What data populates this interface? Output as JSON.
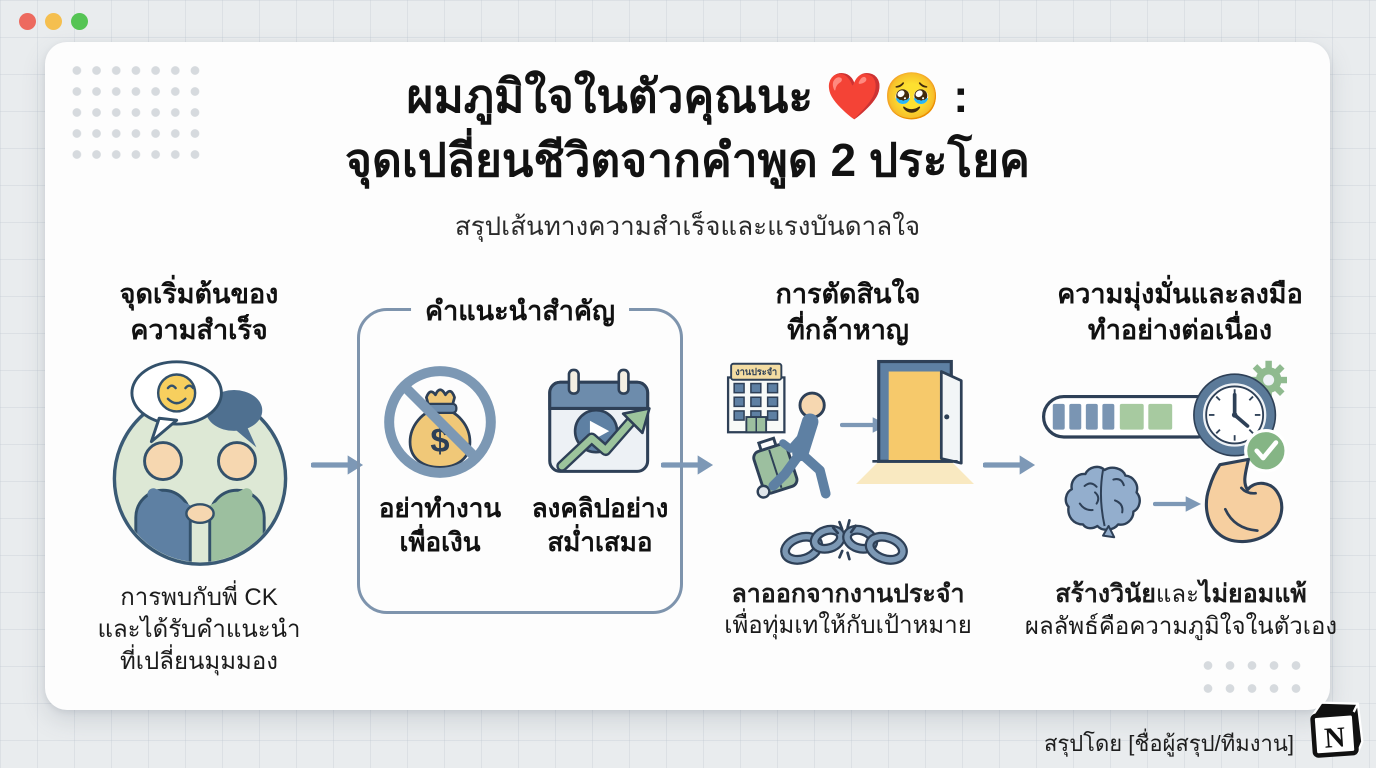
{
  "window": {
    "close_label": "close",
    "minimize_label": "minimize",
    "maximize_label": "maximize"
  },
  "header": {
    "title_line1": "ผมภูมิใจในตัวคุณนะ ❤️🥹 :",
    "title_line2": "จุดเปลี่ยนชีวิตจากคำพูด 2 ประโยค",
    "subtitle": "สรุปเส้นทางความสำเร็จและแรงบันดาลใจ"
  },
  "steps": {
    "step1": {
      "heading_line1": "จุดเริ่มต้นของ",
      "heading_line2": "ความสำเร็จ",
      "icon": "handshake-conversation",
      "caption_line1": "การพบกับพี่ CK",
      "caption_line2": "และได้รับคำแนะนำ",
      "caption_line3": "ที่เปลี่ยนมุมมอง"
    },
    "step2": {
      "box_title": "คำแนะนำสำคัญ",
      "item1": {
        "icon": "no-money-bag",
        "money_symbol": "$",
        "label_line1": "อย่าทำงาน",
        "label_line2": "เพื่อเงิน"
      },
      "item2": {
        "icon": "calendar-video-growth",
        "label_line1": "ลงคลิปอย่าง",
        "label_line2": "สม่ำเสมอ"
      }
    },
    "step3": {
      "heading_line1": "การตัดสินใจ",
      "heading_line2": "ที่กล้าหาญ",
      "building_sign": "งานประจำ",
      "icons": [
        "office-building",
        "person-leaving-with-suitcase",
        "open-door",
        "broken-chain"
      ],
      "caption_bold": "ลาออกจากงานประจำ",
      "caption_line2": "เพื่อทุ่มเทให้กับเป้าหมาย"
    },
    "step4": {
      "heading_line1": "ความมุ่งมั่นและลงมือ",
      "heading_line2": "ทำอย่างต่อเนื่อง",
      "icons": [
        "progress-bar-clock-check",
        "brain",
        "flexed-bicep"
      ],
      "caption_bold1": "สร้างวินัย",
      "caption_mid": "และ",
      "caption_bold2": "ไม่ยอมแพ้",
      "caption_line2": "ผลลัพธ์คือความภูมิใจในตัวเอง"
    }
  },
  "footer": {
    "credit": "สรุปโดย [ชื่อผู้สรุป/ทีมงาน]",
    "logo": "notion",
    "logo_letter": "N"
  },
  "colors": {
    "arrow": "#7d98b6",
    "box_border": "#7e94ad",
    "blue": "#5e80a3",
    "green": "#9cbf9f",
    "gold": "#f0c878",
    "door_glow": "#f6c96b",
    "background": "#e9ecee",
    "card": "#fdfdfd"
  }
}
